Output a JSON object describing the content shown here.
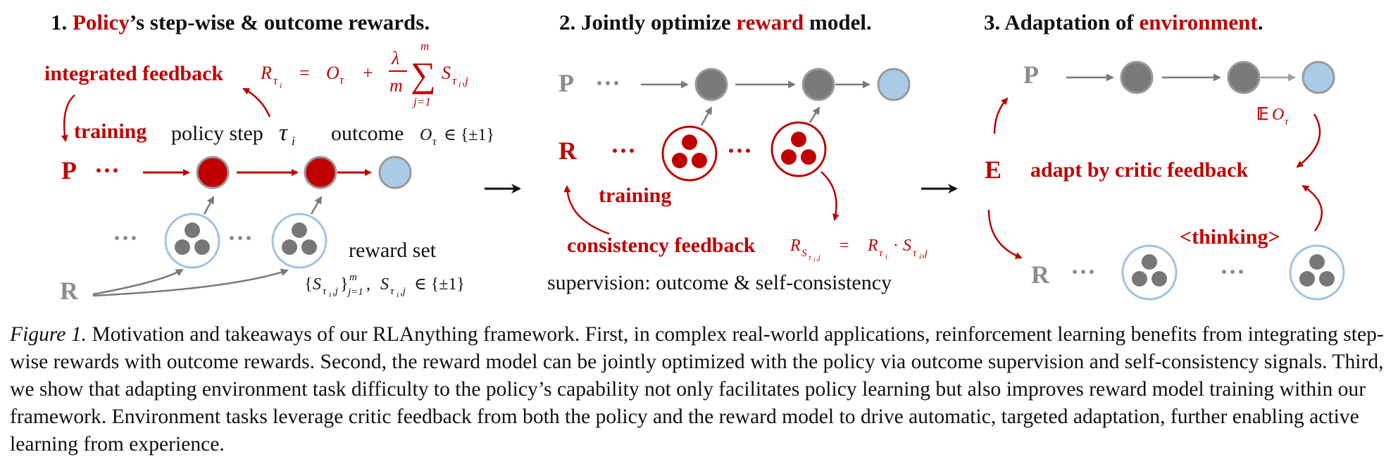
{
  "colors": {
    "policy_red": "#c00000",
    "gray_node": "#7a7a7a",
    "outcome_blue": "#a9cbe8",
    "reward_circle_blue": "#9dc3e6"
  },
  "panel1": {
    "title_prefix": "1. ",
    "title_red": "Policy",
    "title_rest": "’s step-wise & outcome rewards.",
    "integrated_feedback": "integrated feedback",
    "training": "training",
    "policy_step": "policy step",
    "outcome": "outcome",
    "reward_set": "reward set",
    "p_label": "P",
    "r_label": "R",
    "dots": "···"
  },
  "panel2": {
    "title_prefix": "2. Jointly optimize ",
    "title_red": "reward",
    "title_rest": " model.",
    "training": "training",
    "consistency_feedback": "consistency feedback",
    "supervision": "supervision: outcome & self-consistency",
    "p_label": "P",
    "r_label": "R",
    "dots": "···"
  },
  "panel3": {
    "title_prefix": "3. Adaptation of ",
    "title_red": "environment",
    "title_rest": ".",
    "adapt": "adapt by critic feedback",
    "thinking": "<thinking>",
    "p_label": "P",
    "e_label": "E",
    "r_label": "R",
    "dots": "···"
  },
  "caption": {
    "label": "Figure 1.",
    "text": " Motivation and takeaways of our RLAnything framework. First, in complex real-world applications, reinforcement learning benefits from integrating step-wise rewards with outcome rewards. Second, the reward model can be jointly optimized with the policy via outcome supervision and self-consistency signals. Third, we show that adapting environment task difficulty to the policy’s capability not only facilitates policy learning but also improves reward model training within our framework. Environment tasks leverage critic feedback from both the policy and the reward model to drive automatic, targeted adaptation, further enabling active learning from experience."
  }
}
